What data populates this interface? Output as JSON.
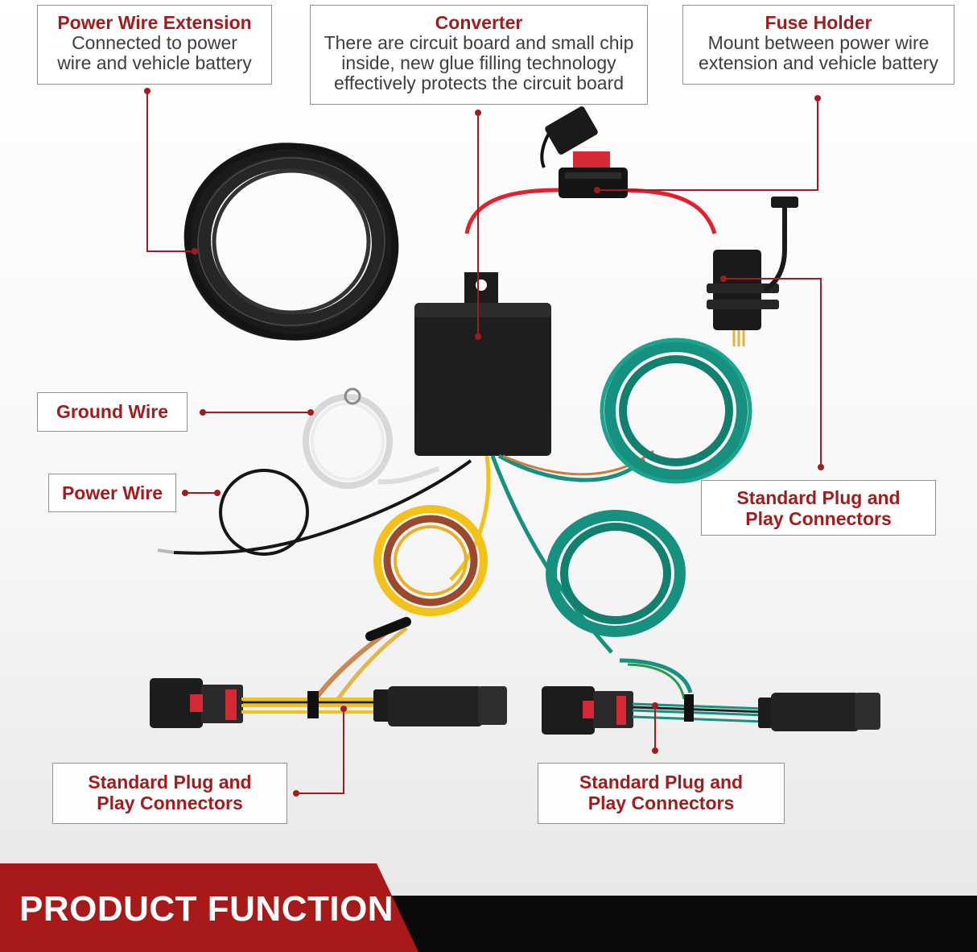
{
  "callouts": {
    "power_wire_extension": {
      "title": "Power Wire Extension",
      "description_lines": [
        "Connected to power",
        "wire and vehicle battery"
      ]
    },
    "converter": {
      "title": "Converter",
      "description_lines": [
        "There are circuit board and small chip",
        "inside, new glue filling technology",
        "effectively protects the circuit board"
      ]
    },
    "fuse_holder": {
      "title": "Fuse Holder",
      "description_lines": [
        "Mount between power wire",
        "extension and vehicle battery"
      ]
    },
    "ground_wire": {
      "title": "Ground Wire"
    },
    "power_wire": {
      "title": "Power Wire"
    },
    "connectors_right": {
      "title_lines": [
        "Standard Plug and",
        "Play Connectors"
      ]
    },
    "connectors_bottom_left": {
      "title_lines": [
        "Standard Plug and",
        "Play Connectors"
      ]
    },
    "connectors_bottom_right": {
      "title_lines": [
        "Standard Plug and",
        "Play Connectors"
      ]
    }
  },
  "footer": {
    "label": "PRODUCT FUNCTION"
  },
  "colors": {
    "accent_red": "#a11d1d",
    "footer_red": "#a81a1a",
    "footer_black": "#0a0a0a",
    "wire_black": "#1c1c1c",
    "wire_teal": "#16917f",
    "wire_yellow": "#f2c21a",
    "wire_brown": "#9a4a2c",
    "wire_red": "#e0222e"
  }
}
